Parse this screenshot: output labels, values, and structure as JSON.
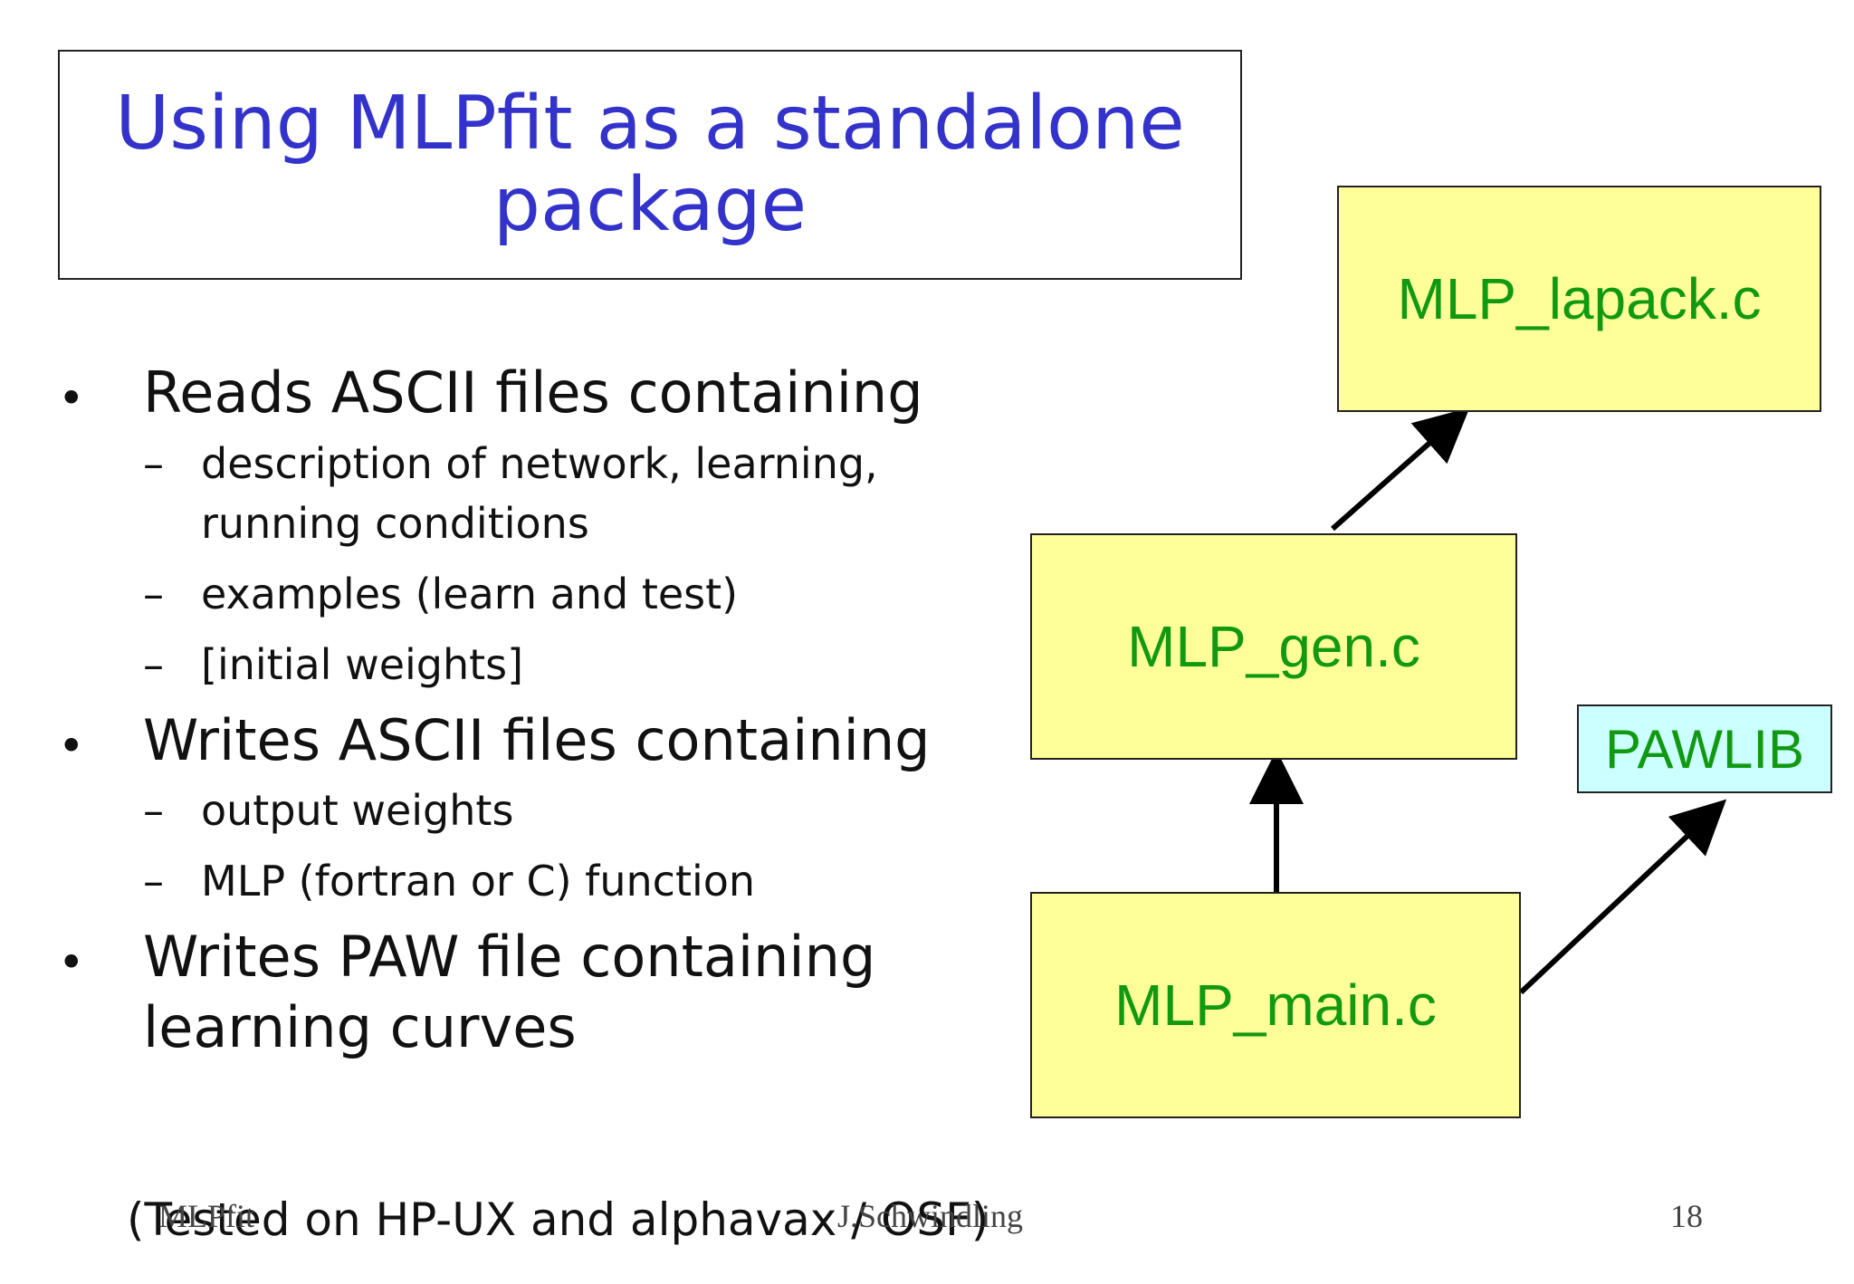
{
  "title": "Using MLPfit as a standalone package",
  "bullets": [
    {
      "text": "Reads ASCII files containing",
      "subs": [
        "description of network, learning, running conditions",
        "examples (learn and test)",
        "[initial weights]"
      ]
    },
    {
      "text": "Writes ASCII files containing",
      "subs": [
        "output weights",
        "MLP (fortran or C) function"
      ]
    },
    {
      "text": "Writes PAW file containing learning curves",
      "subs": []
    }
  ],
  "note": "(Tested on HP-UX and alphavax / OSF)",
  "footer": {
    "left": "MLPfit",
    "center": "J.Schwindling",
    "page": "18"
  },
  "diagram": {
    "lapack": "MLP_lapack.c",
    "gen": "MLP_gen.c",
    "main": "MLP_main.c",
    "pawlib": "PAWLIB"
  },
  "colors": {
    "title": "#3333cc",
    "box_text": "#119911",
    "box_fill": "#ffff99",
    "pawlib_fill": "#ccffff"
  }
}
